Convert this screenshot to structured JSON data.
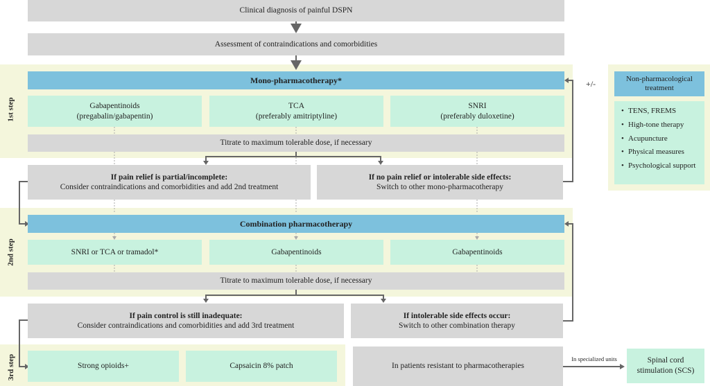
{
  "top": {
    "diagnosis": "Clinical diagnosis of painful DSPN",
    "assessment": "Assessment of contraindications and comorbidities"
  },
  "step1": {
    "label": "1st step",
    "header": "Mono-pharmacotherapy*",
    "options": [
      {
        "line1": "Gabapentinoids",
        "line2": "(pregabalin/gabapentin)"
      },
      {
        "line1": "TCA",
        "line2": "(preferably amitriptyline)"
      },
      {
        "line1": "SNRI",
        "line2": "(preferably duloxetine)"
      }
    ],
    "titrate": "Titrate to maximum tolerable dose, if necessary",
    "partial": {
      "title": "If pain relief is partial/incomplete:",
      "text": "Consider contraindications and comorbidities and add 2nd treatment"
    },
    "none": {
      "title": "If no pain relief or intolerable side effects:",
      "text": "Switch to other mono-pharmacotherapy"
    }
  },
  "step2": {
    "label": "2nd step",
    "header": "Combination pharmacotherapy",
    "options": [
      "SNRI or TCA or tramadol*",
      "Gabapentinoids",
      "Gabapentinoids"
    ],
    "titrate": "Titrate to maximum tolerable dose, if necessary",
    "inadequate": {
      "title": "If pain control is still inadequate:",
      "text": "Consider contraindications and comorbidities and add 3rd treatment"
    },
    "side_effects": {
      "title": "If intolerable side effects occur:",
      "text": "Switch to other combination therapy"
    }
  },
  "step3": {
    "label": "3rd step",
    "options": [
      "Strong opioids+",
      "Capsaicin 8% patch"
    ],
    "resistant": "In patients resistant to pharmacotherapies",
    "specialized_note": "In specialized units",
    "scs": "Spinal cord stimulation (SCS)"
  },
  "non_pharm": {
    "title": "Non-pharmacological treatment",
    "items": [
      "TENS, FREMS",
      "High-tone therapy",
      "Acupuncture",
      "Physical measures",
      "Psychological support"
    ],
    "plus_minus": "+/-"
  },
  "colors": {
    "band": "#f4f6dc",
    "gray": "#d7d7d7",
    "blue": "#7dc1dd",
    "mint": "#c8f2df",
    "arrow": "#666666"
  }
}
